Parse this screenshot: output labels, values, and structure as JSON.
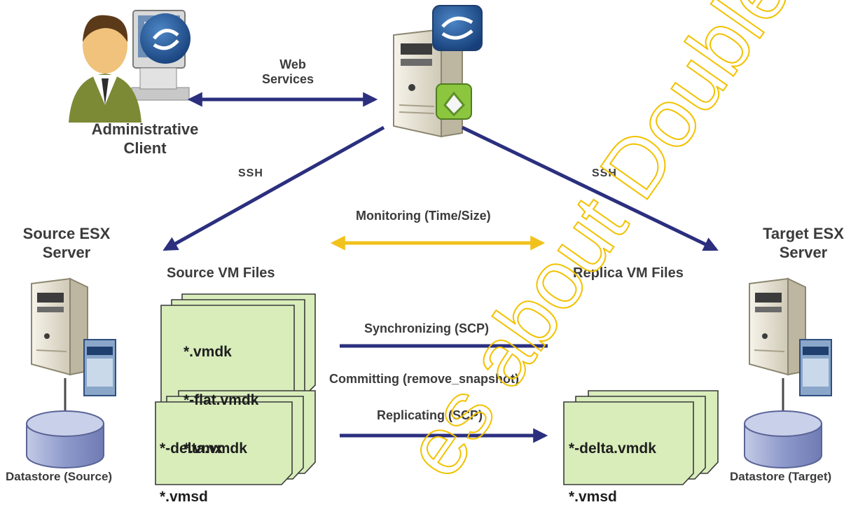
{
  "nodes": {
    "admin_client": {
      "label_line1": "Administrative",
      "label_line2": "Client"
    },
    "source_server": {
      "label_line1": "Source ESX",
      "label_line2": "Server"
    },
    "target_server": {
      "label_line1": "Target ESX",
      "label_line2": "Server"
    },
    "source_datastore": {
      "label": "Datastore (Source)"
    },
    "target_datastore": {
      "label": "Datastore (Target)"
    }
  },
  "edges": {
    "web_services": {
      "line1": "Web",
      "line2": "Services"
    },
    "ssh_left": "SSH",
    "ssh_right": "SSH",
    "monitoring": "Monitoring (Time/Size)",
    "synchronizing": "Synchronizing (SCP)",
    "committing": "Committing (remove_snapshot)",
    "replicating": "Replicating (SCP)"
  },
  "groups": {
    "source_vm_files": "Source VM Files",
    "replica_vm_files": "Replica VM Files"
  },
  "files": {
    "source_main": [
      "*.vmdk",
      "*-flat.vmdk",
      "*.vmx"
    ],
    "source_delta": [
      "*-delta.vmdk",
      "*.vmsd"
    ],
    "replica_delta": [
      "*-delta.vmdk",
      "*.vmsd"
    ]
  },
  "watermark": "es about Double",
  "colors": {
    "arrow_navy": "#2b2f7e",
    "arrow_gold": "#f1c21b",
    "file_fill": "#d9edbb",
    "file_stroke": "#3a3a3a",
    "server_body": "#e8e3d3",
    "datastore_fill": "#9da8cf",
    "watermark": "#f2c200"
  }
}
